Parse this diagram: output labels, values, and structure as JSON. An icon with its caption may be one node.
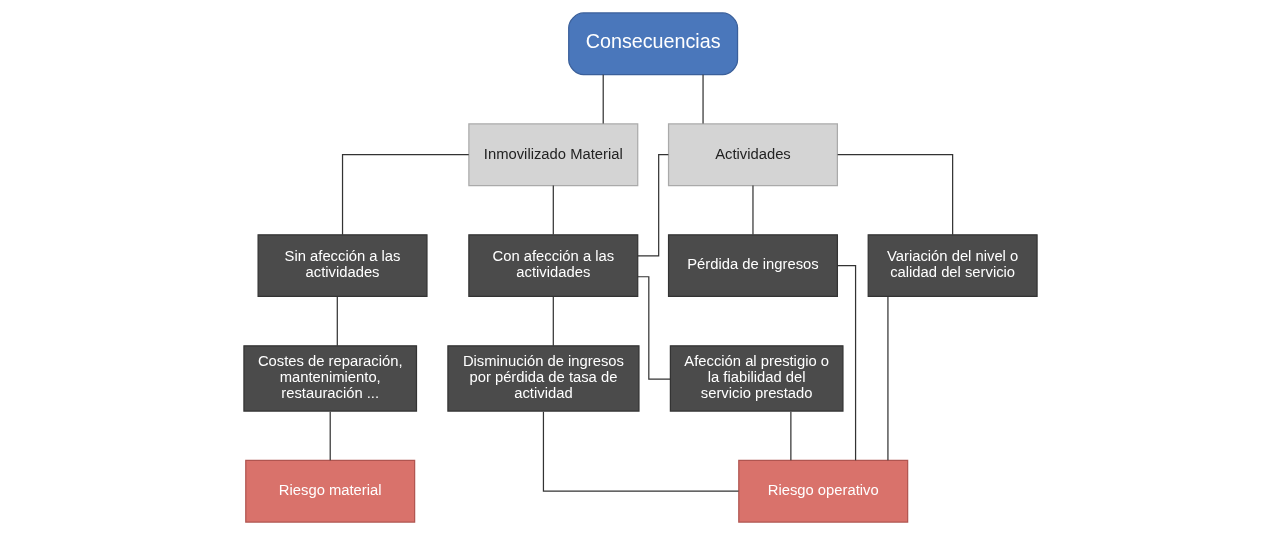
{
  "diagram": {
    "nodes": [
      {
        "text": [
          "Consecuencias"
        ]
      },
      {
        "text": [
          "Inmovilizado Material"
        ]
      },
      {
        "text": [
          "Actividades"
        ]
      },
      {
        "text": [
          "Sin afección a las actividades"
        ]
      },
      {
        "text": [
          "Con afección a las actividades"
        ]
      },
      {
        "text": [
          "Pérdida de ingresos"
        ]
      },
      {
        "text": [
          "Variación del nivel o calidad del servicio"
        ]
      },
      {
        "text": [
          "Costes de reparación, mantenimiento, restauración ..."
        ]
      },
      {
        "text": [
          "Disminución de ingresos por pérdida de tasa de actividad"
        ]
      },
      {
        "text": [
          "Afección al prestigio o la fiabilidad del servicio prestado"
        ]
      },
      {
        "text": [
          "Riesgo material"
        ]
      },
      {
        "text": [
          "Riesgo operativo"
        ]
      }
    ],
    "edges": [
      {
        "from": 0,
        "to": 1,
        "arrow": "none"
      },
      {
        "from": 0,
        "to": 2,
        "arrow": "none"
      },
      {
        "from": 1,
        "to": 3,
        "arrow": "none"
      },
      {
        "from": 1,
        "to": 4,
        "arrow": "none"
      },
      {
        "from": 2,
        "to": 4,
        "arrow": "none"
      },
      {
        "from": 2,
        "to": 5,
        "arrow": "none"
      },
      {
        "from": 2,
        "to": 6,
        "arrow": "none"
      },
      {
        "from": 3,
        "to": 7,
        "arrow": "none"
      },
      {
        "from": 4,
        "to": 8,
        "arrow": "none"
      },
      {
        "from": 4,
        "to": 9,
        "arrow": "none"
      },
      {
        "from": 7,
        "to": 10,
        "arrow": "none"
      },
      {
        "from": 8,
        "to": 11,
        "arrow": "none"
      },
      {
        "from": 9,
        "to": 11,
        "arrow": "none"
      },
      {
        "from": 5,
        "to": 11,
        "arrow": "none"
      },
      {
        "from": 6,
        "to": 11,
        "arrow": "none"
      }
    ]
  }
}
